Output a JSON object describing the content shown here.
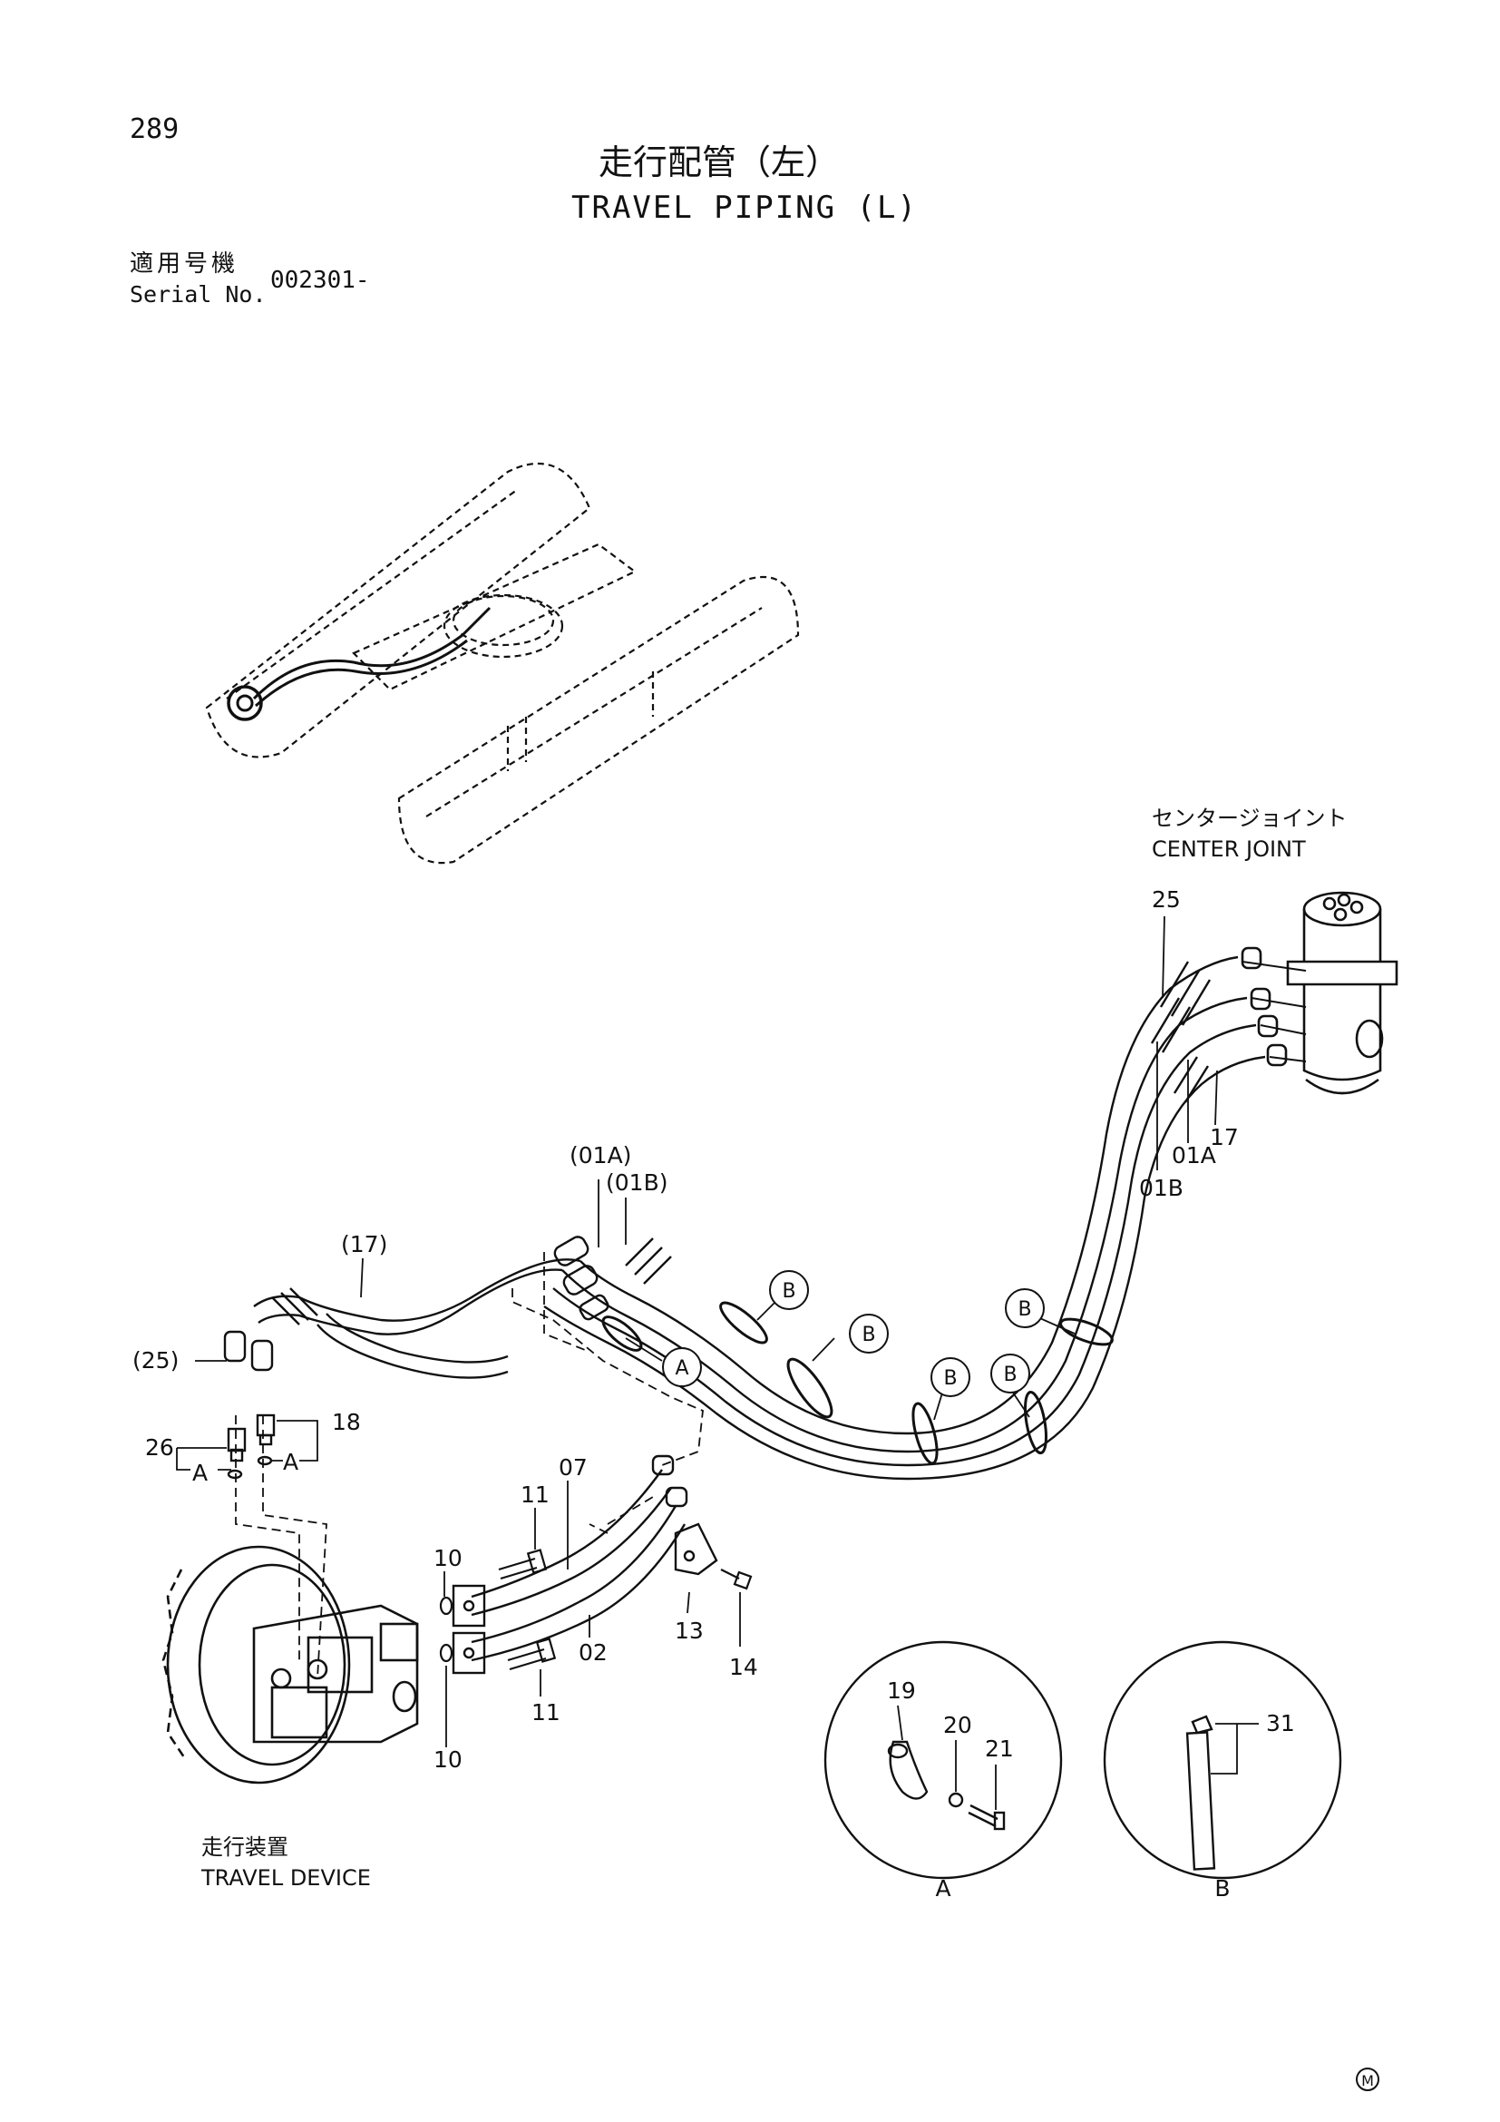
{
  "page_number": "289",
  "title": {
    "jp": "走行配管（左）",
    "en": "TRAVEL PIPING (L)"
  },
  "serial": {
    "label_jp": "適用号機",
    "label_en": "Serial No.",
    "value": "002301-"
  },
  "components": {
    "center_joint": {
      "jp": "センタージョイント",
      "en": "CENTER JOINT"
    },
    "travel_device": {
      "jp": "走行装置",
      "en": "TRAVEL DEVICE"
    }
  },
  "part_labels": {
    "p25_top": "25",
    "p01a": "01A",
    "p17": "17",
    "p01b": "01B",
    "p01a_ref": "(01A)",
    "p01b_ref": "(01B)",
    "p17_ref": "(17)",
    "p25_ref": "(25)",
    "p26": "26",
    "p18": "18",
    "p11_a": "11",
    "p07": "07",
    "p10_a": "10",
    "p13": "13",
    "p14": "14",
    "p02": "02",
    "p11_b": "11",
    "p10_b": "10",
    "p19": "19",
    "p20": "20",
    "p21": "21",
    "p31": "31"
  },
  "callouts": {
    "a": "A",
    "b": "B"
  },
  "detail_views": {
    "a": "A",
    "b": "B"
  },
  "footer_mark": "M"
}
